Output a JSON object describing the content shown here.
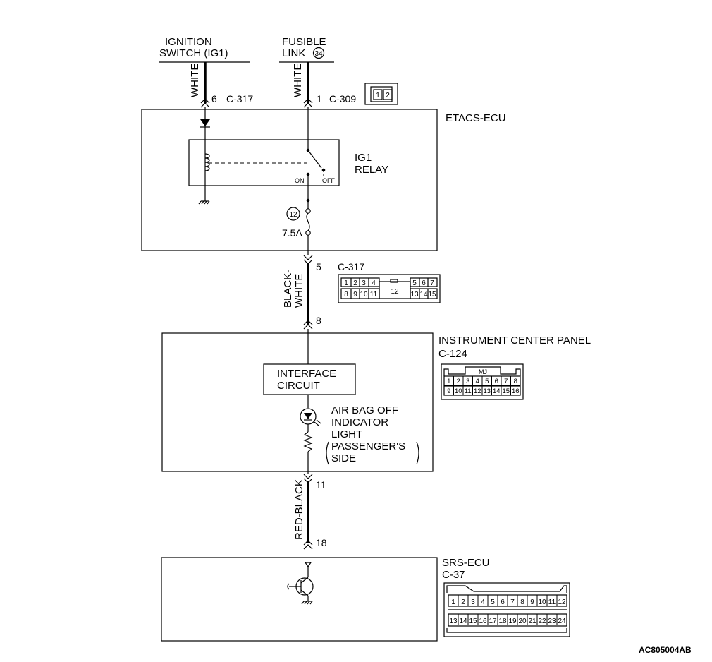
{
  "sources": {
    "ignition_switch": [
      "IGNITION",
      "SWITCH (IG1)"
    ],
    "fusible_link": [
      "FUSIBLE",
      "LINK"
    ],
    "fusible_link_number": "34"
  },
  "wires": {
    "ignition_wire": "WHITE",
    "fusible_wire": "WHITE",
    "etacs_to_panel": [
      "BLACK-",
      "WHITE"
    ],
    "panel_to_srs": "RED-BLACK"
  },
  "terminals": {
    "ign_pin": "6",
    "ign_conn": "C-317",
    "fl_pin": "1",
    "fl_conn": "C-309",
    "etacs_out_pin": "5",
    "etacs_out_conn": "C-317",
    "panel_in_pin": "8",
    "panel_out_pin": "11",
    "srs_in_pin": "18"
  },
  "components": {
    "etacs_ecu": "ETACS-ECU",
    "ig1_relay": [
      "IG1",
      "RELAY"
    ],
    "relay_on": "ON",
    "relay_off": "OFF",
    "fuse_number": "12",
    "fuse_rating": "7.5A",
    "instrument_panel": "INSTRUMENT CENTER PANEL",
    "instrument_panel_conn": "C-124",
    "interface_circuit": [
      "INTERFACE",
      "CIRCUIT"
    ],
    "indicator": [
      "AIR BAG OFF",
      "INDICATOR",
      "LIGHT",
      "PASSENGER'S",
      "SIDE"
    ],
    "srs_ecu": "SRS-ECU",
    "srs_ecu_conn": "C-37"
  },
  "connector_c309": {
    "pins": [
      "1",
      "2"
    ]
  },
  "connector_c317": {
    "row1_left": [
      "1",
      "2",
      "3",
      "4"
    ],
    "row1_right": [
      "5",
      "6",
      "7"
    ],
    "row2_left": [
      "8",
      "9",
      "10",
      "11"
    ],
    "center": "12",
    "row2_right": [
      "13",
      "14",
      "15"
    ]
  },
  "connector_c124": {
    "key": "MJ",
    "row1": [
      "1",
      "2",
      "3",
      "4",
      "5",
      "6",
      "7",
      "8"
    ],
    "row2": [
      "9",
      "10",
      "11",
      "12",
      "13",
      "14",
      "15",
      "16"
    ]
  },
  "connector_c37": {
    "row1": [
      "1",
      "2",
      "3",
      "4",
      "5",
      "6",
      "7",
      "8",
      "9",
      "10",
      "11",
      "12"
    ],
    "row2": [
      "13",
      "14",
      "15",
      "16",
      "17",
      "18",
      "19",
      "20",
      "21",
      "22",
      "23",
      "24"
    ]
  },
  "figure_id": "AC805004AB"
}
